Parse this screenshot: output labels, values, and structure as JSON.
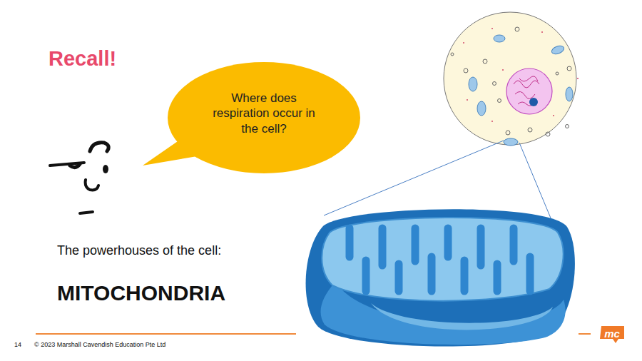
{
  "diagram": {
    "title": "Recall!",
    "nodes": [
      {
        "text": [
          "Where does respiration occur in the cell?"
        ]
      },
      {
        "text": [
          "mc"
        ]
      }
    ],
    "labels": [
      "The powerhouses of the cell:",
      "MITOCHONDRIA",
      "14",
      "© 2023 Marshall Cavendish Education Pte Ltd"
    ]
  }
}
